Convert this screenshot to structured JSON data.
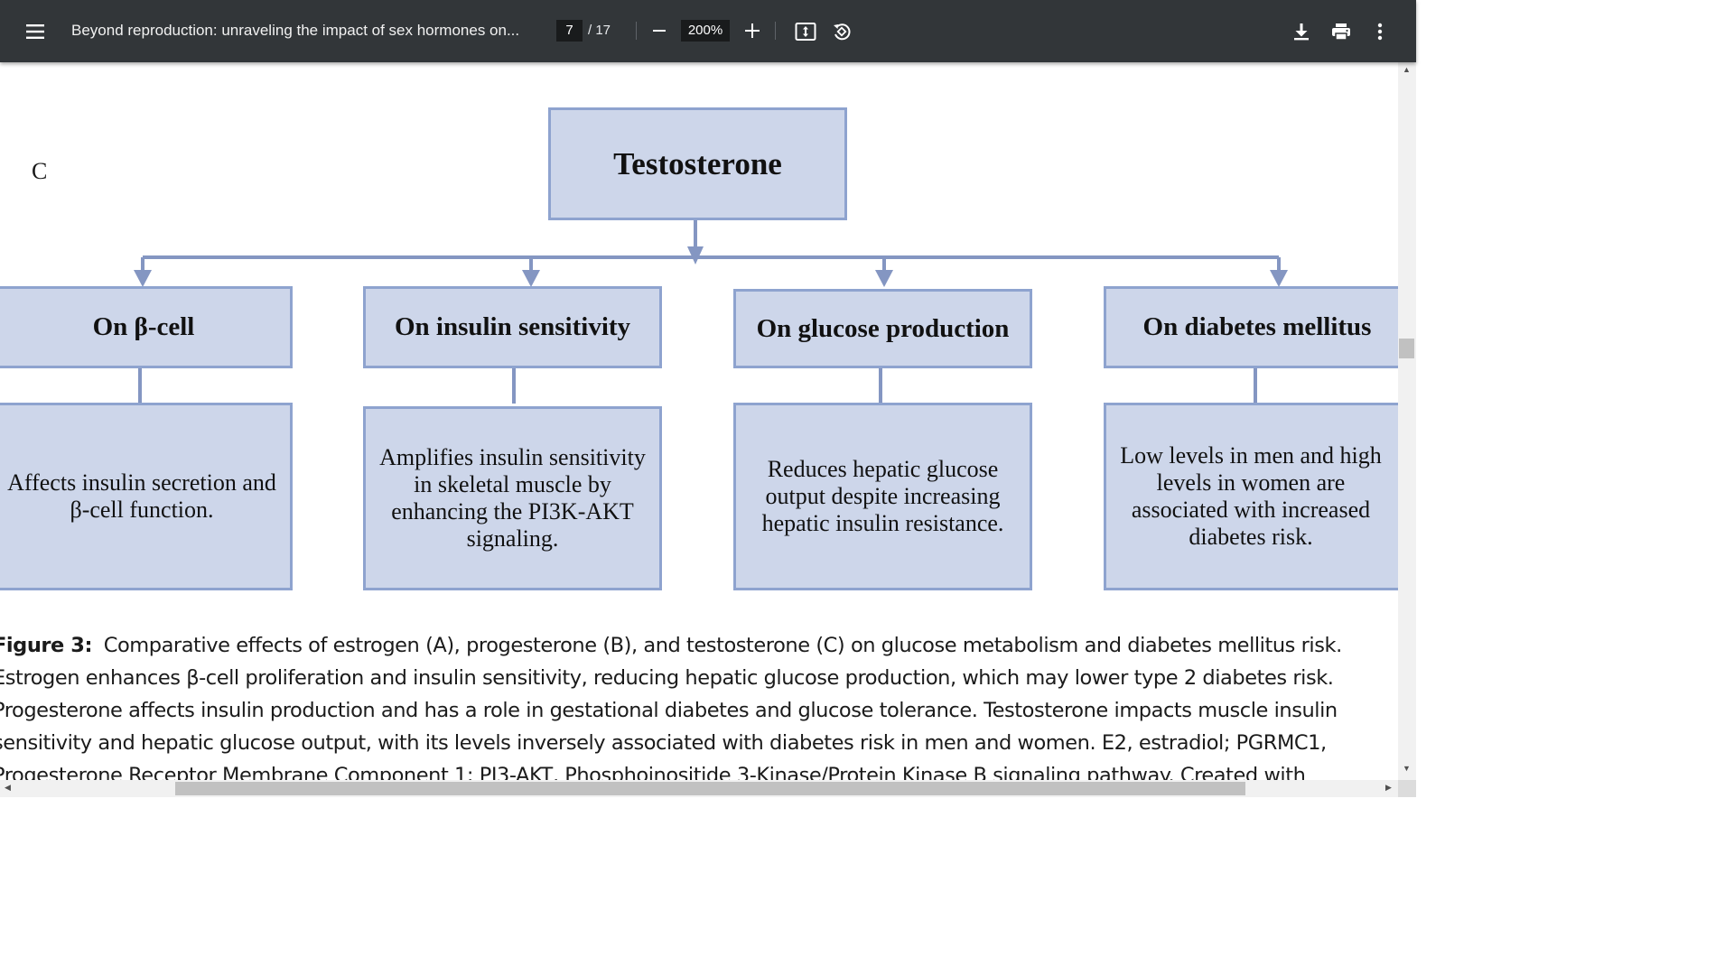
{
  "toolbar": {
    "title": "Beyond reproduction: unraveling the impact of sex hormones on...",
    "current_page": "7",
    "total_pages": "/ 17",
    "zoom": "200%"
  },
  "diagram": {
    "panel_letter": "C",
    "root": "Testosterone",
    "categories": [
      {
        "title": "On β-cell",
        "description": "Affects insulin secretion and β-cell function."
      },
      {
        "title": "On insulin sensitivity",
        "description": "Amplifies insulin sensitivity in skeletal muscle by enhancing the PI3K-AKT signaling."
      },
      {
        "title": "On glucose production",
        "description": "Reduces hepatic glucose output despite increasing hepatic insulin resistance."
      },
      {
        "title": "On diabetes mellitus",
        "description": "Low levels in men and high levels in women are associated with increased diabetes risk."
      }
    ]
  },
  "caption": {
    "label": "Figure 3:",
    "text": "Comparative effects of estrogen (A), progesterone (B), and testosterone (C) on glucose metabolism and diabetes mellitus risk. Estrogen enhances β-cell proliferation and insulin sensitivity, reducing hepatic glucose production, which may lower type 2 diabetes risk. Progesterone affects insulin production and has a role in gestational diabetes and glucose tolerance. Testosterone impacts muscle insulin sensitivity and hepatic glucose output, with its levels inversely associated with diabetes risk in men and women. E2, estradiol; PGRMC1, Progesterone Receptor Membrane Component 1; PI3-AKT, Phosphoinositide 3-Kinase/Protein Kinase B signaling pathway. Created with BioRender.com."
  },
  "colors": {
    "toolbar_bg": "#323639",
    "box_fill": "#cdd6ea",
    "box_border": "#8ea3cf",
    "connector": "#8496c2"
  },
  "icons": [
    "menu-icon",
    "zoom-out-icon",
    "zoom-in-icon",
    "fit-page-icon",
    "rotate-icon",
    "download-icon",
    "print-icon",
    "more-vert-icon"
  ]
}
